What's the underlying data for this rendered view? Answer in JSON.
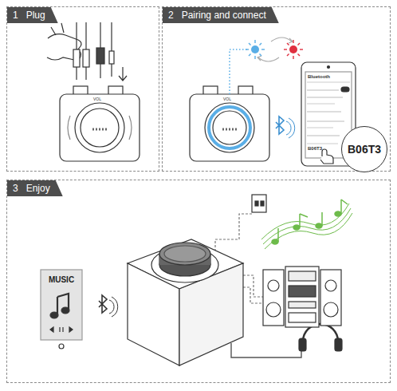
{
  "diagram": {
    "nodes": [
      {
        "text": [
          "1",
          "Plug"
        ]
      },
      {
        "text": [
          "2",
          "Pairing and connect"
        ]
      },
      {
        "text": [
          "B06T3"
        ],
        "in": 1
      },
      {
        "text": [
          "3",
          "Enjoy"
        ]
      },
      {
        "text": [
          "MUSIC"
        ],
        "in": 3
      }
    ],
    "labels": [
      "VOL",
      "VOL",
      "Bluetooth",
      "B06T3"
    ]
  }
}
